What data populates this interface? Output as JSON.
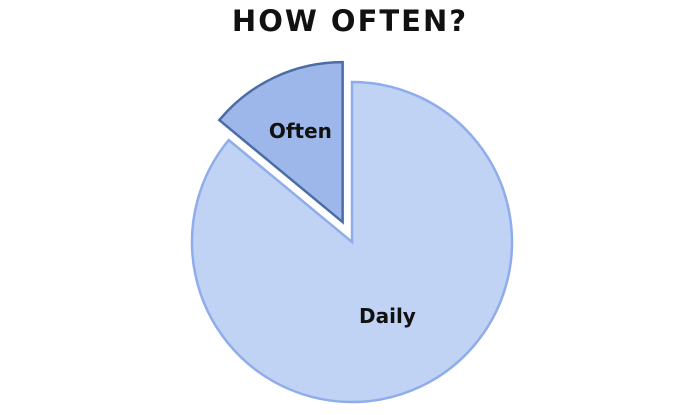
{
  "chart_data": {
    "type": "pie",
    "title": "HOW OFTEN?",
    "slices": [
      {
        "label": "Daily",
        "value": 86,
        "color": "#c1d3f4",
        "stroke": "#8fadea",
        "exploded": false
      },
      {
        "label": "Often",
        "value": 14,
        "color": "#9db7ea",
        "stroke": "#4a6da6",
        "exploded": true
      }
    ]
  }
}
